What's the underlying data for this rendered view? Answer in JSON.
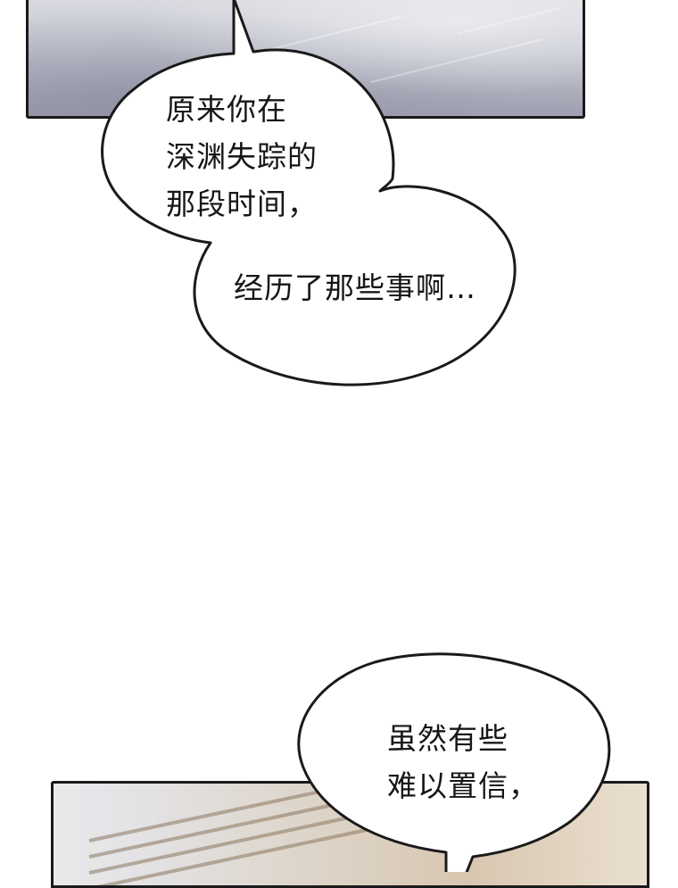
{
  "bubble_1": {
    "lines": [
      "原来你在",
      "深渊失踪的",
      "那段时间，"
    ]
  },
  "bubble_2": {
    "lines": [
      "经历了那些事啊…"
    ]
  },
  "bubble_3": {
    "lines": [
      "虽然有些",
      "难以置信，"
    ]
  },
  "colors": {
    "ink": "#161616",
    "top_panel": "#c3c5cf",
    "bottom_panel": "#d8c7b0"
  }
}
